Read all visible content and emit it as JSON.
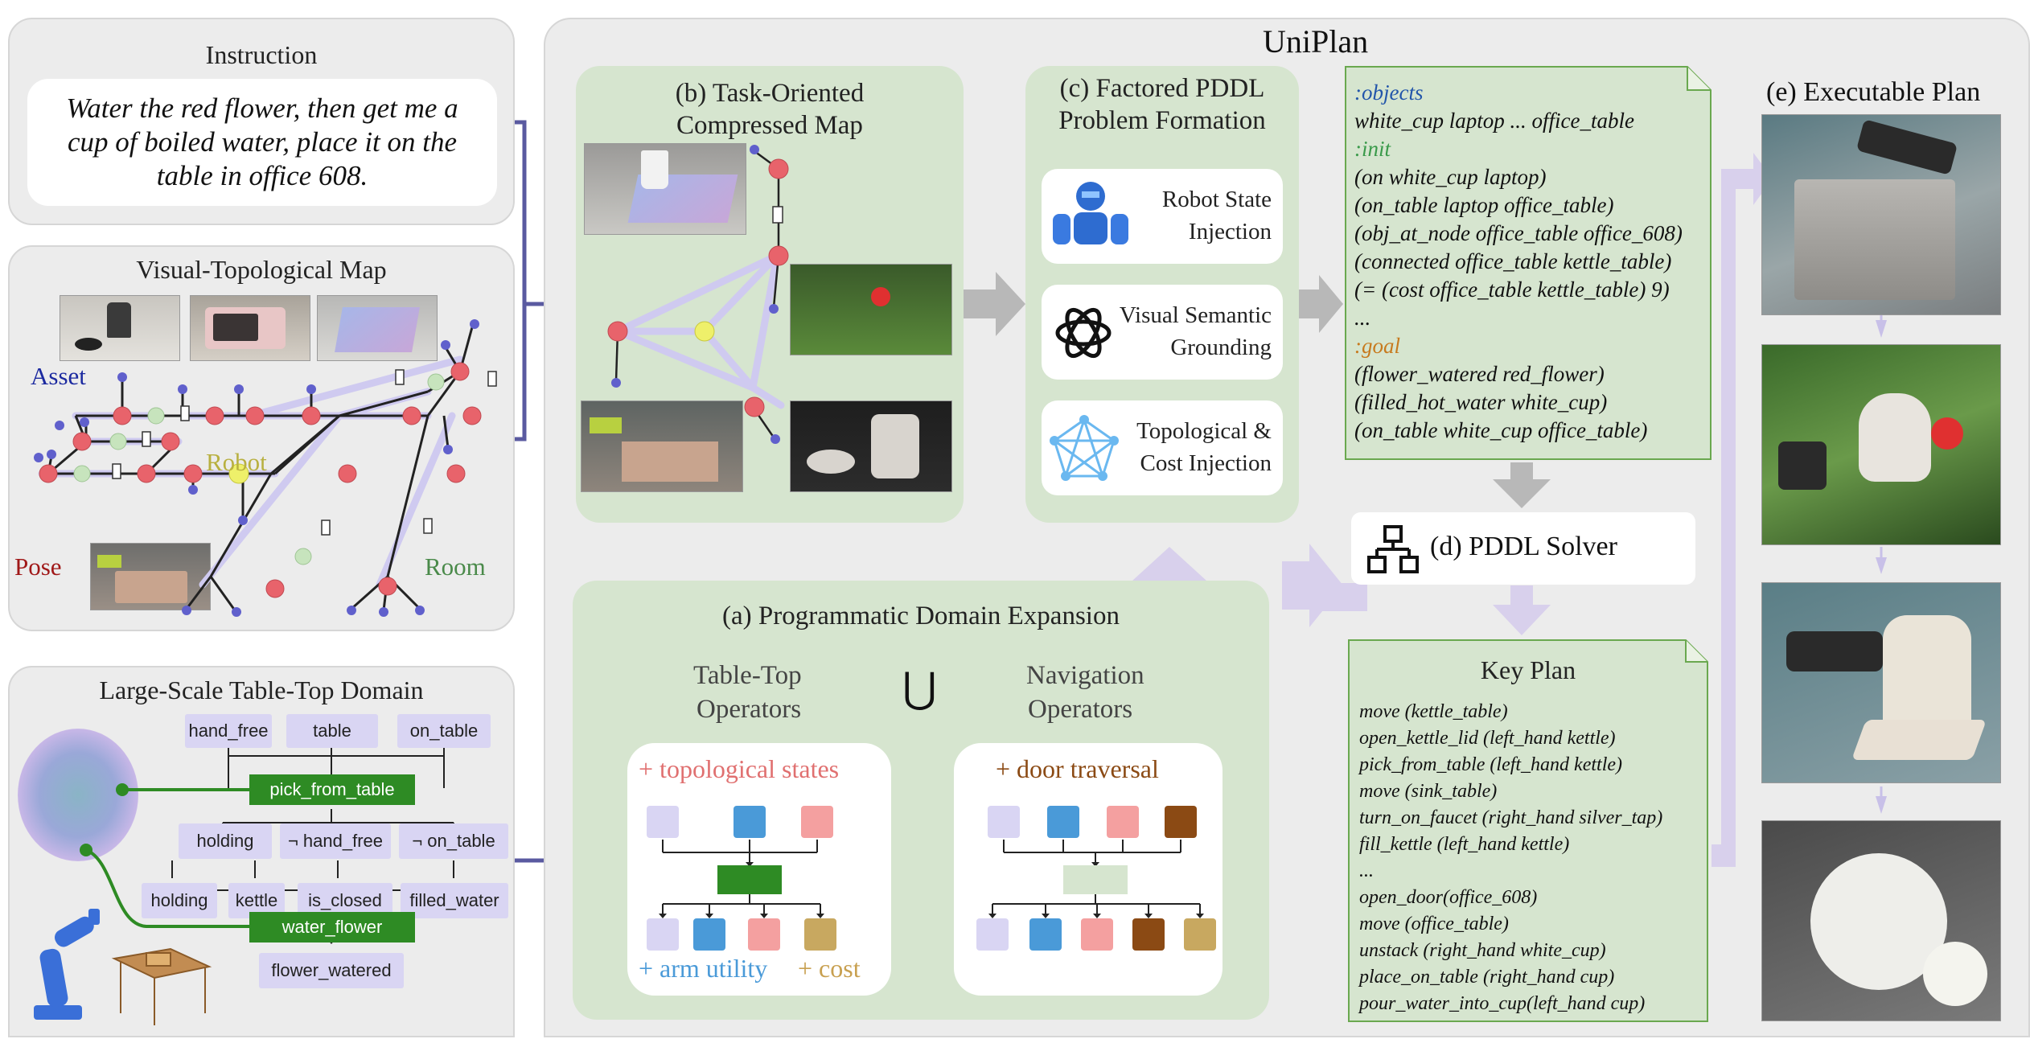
{
  "instruction": {
    "title": "Instruction",
    "text": "Water the red flower, then get me a cup of boiled water, place it on the table in office 608."
  },
  "vtmap": {
    "title": "Visual-Topological Map",
    "labels": {
      "asset": "Asset",
      "robot": "Robot",
      "pose": "Pose",
      "room": "Room"
    }
  },
  "tabletop_domain": {
    "title": "Large-Scale Table-Top Domain",
    "row1": [
      "hand_free",
      "table",
      "on_table"
    ],
    "op1": "pick_from_table",
    "row2": [
      "holding",
      "¬ hand_free",
      "¬ on_table"
    ],
    "row3": [
      "holding",
      "kettle",
      "is_closed",
      "filled_water"
    ],
    "op2": "water_flower",
    "row4": "flower_watered"
  },
  "uniplan": {
    "title": "UniPlan"
  },
  "compressed_map": {
    "title_line1": "(b) Task-Oriented",
    "title_line2": "Compressed Map"
  },
  "factored": {
    "title_line1": "(c) Factored PDDL",
    "title_line2": "Problem Formation",
    "items": [
      {
        "line1": "Robot State",
        "line2": "Injection"
      },
      {
        "line1": "Visual Semantic",
        "line2": "Grounding"
      },
      {
        "line1": "Topological &",
        "line2": "Cost Injection"
      }
    ]
  },
  "problem": {
    "objects_kw": ":objects",
    "objects": "white_cup laptop ... office_table",
    "init_kw": ":init",
    "init": [
      "(on white_cup laptop)",
      "(on_table laptop office_table)",
      "(obj_at_node office_table office_608)",
      "(connected office_table kettle_table)",
      "(= (cost office_table kettle_table) 9)",
      "..."
    ],
    "goal_kw": ":goal",
    "goal": [
      "(flower_watered red_flower)",
      "(filled_hot_water white_cup)",
      "(on_table white_cup office_table)"
    ]
  },
  "solver": {
    "label": "(d) PDDL Solver"
  },
  "key_plan": {
    "title": "Key Plan",
    "steps": [
      "move (kettle_table)",
      "open_kettle_lid (left_hand kettle)",
      "pick_from_table (left_hand kettle)",
      "move (sink_table)",
      "turn_on_faucet (right_hand silver_tap)",
      "fill_kettle (left_hand kettle)",
      "...",
      "open_door(office_608)",
      "move (office_table)",
      "unstack (right_hand white_cup)",
      "place_on_table (right_hand cup)",
      "pour_water_into_cup(left_hand cup)"
    ]
  },
  "exec_plan": {
    "title": "(e) Executable Plan"
  },
  "expansion": {
    "title": "(a) Programmatic Domain Expansion",
    "tabletop_line1": "Table-Top",
    "tabletop_line2": "Operators",
    "union": "⋃",
    "nav_line1": "Navigation",
    "nav_line2": "Operators",
    "topo_states": "+ topological states",
    "arm_utility": "+ arm utility",
    "cost": "+ cost",
    "door": "+ door traversal"
  },
  "colors": {
    "objects_kw": "#2255aa",
    "init_kw": "#3a9a4a",
    "goal_kw": "#c77a1e",
    "topo": "#e07070",
    "arm": "#4a9ad8",
    "cost": "#c8a050",
    "door": "#8b4a14",
    "asset": "#1c2aa0",
    "robot": "#b8b040",
    "pose": "#a01818",
    "room": "#4a8a4a"
  }
}
